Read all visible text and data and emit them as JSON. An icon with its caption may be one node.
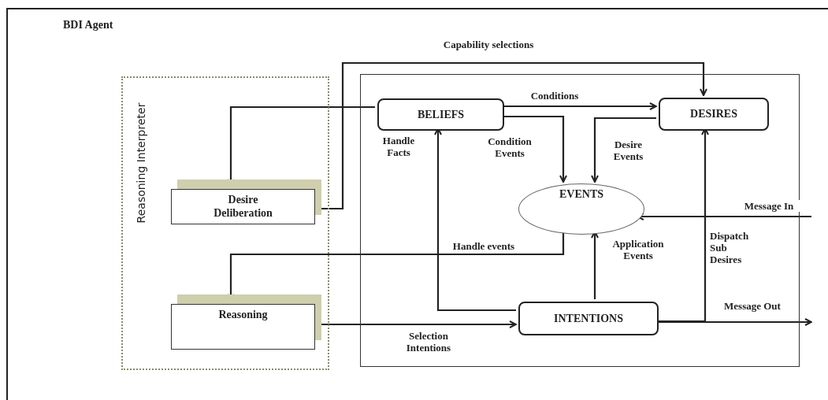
{
  "diagram": {
    "nodes": [
      {
        "text": [
          "BDI Agent"
        ]
      },
      {
        "text": [
          "Reasoning Interpreter"
        ],
        "in": 0
      },
      {
        "text": [
          "Desire Deliberation"
        ],
        "in": 1
      },
      {
        "text": [
          "Reasoning"
        ],
        "in": 1
      },
      {
        "text": [],
        "shape": "box",
        "in": 0
      },
      {
        "text": [
          "BELIEFS"
        ],
        "in": 4
      },
      {
        "text": [
          "DESIRES"
        ],
        "in": 4
      },
      {
        "text": [
          "EVENTS"
        ],
        "in": 4
      },
      {
        "text": [
          "INTENTIONS"
        ],
        "in": 4
      }
    ],
    "edges": [
      {
        "from": 5,
        "to": 2,
        "arrow": "to"
      },
      {
        "from": 2,
        "to": 6,
        "arrow": "to",
        "label": "Capability selections"
      },
      {
        "from": 5,
        "to": 6,
        "arrow": "to",
        "label": "Conditions"
      },
      {
        "from": 5,
        "to": 7,
        "arrow": "to",
        "label": "Condition Events"
      },
      {
        "from": 6,
        "to": 7,
        "arrow": "to",
        "label": "Desire Events"
      },
      {
        "from": null,
        "to": 7,
        "arrow": "to",
        "label": "Message In"
      },
      {
        "from": 7,
        "to": 3,
        "arrow": "to",
        "label": "Handle events"
      },
      {
        "from": 8,
        "to": 7,
        "arrow": "to",
        "label": "Application Events"
      },
      {
        "from": 8,
        "to": 5,
        "arrow": "to",
        "label": "Handle Facts"
      },
      {
        "from": 3,
        "to": 8,
        "arrow": "to",
        "label": "Selection Intentions"
      },
      {
        "from": 8,
        "to": 6,
        "arrow": "to",
        "label": "Dispatch Sub Desires"
      },
      {
        "from": 8,
        "to": null,
        "arrow": "to",
        "label": "Message Out"
      }
    ]
  }
}
